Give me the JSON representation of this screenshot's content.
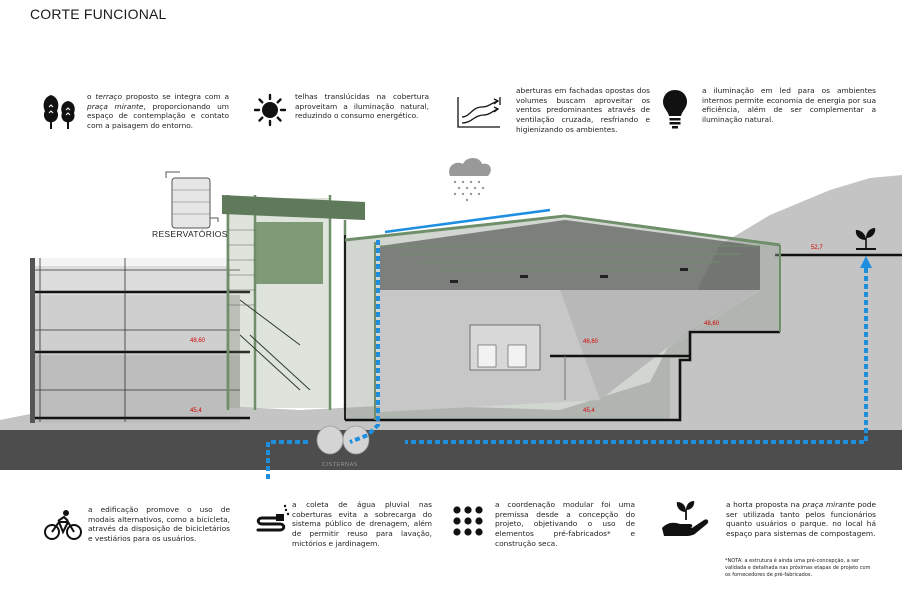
{
  "title": "CORTE FUNCIONAL",
  "top_notes": [
    {
      "icon": "trees-icon",
      "pre": "o ",
      "em1": "terraço",
      "mid": " proposto se integra com a ",
      "em2": "praça mirante",
      "post": ", proporcionando um espaço de contemplação e contato com a paisagem do entorno."
    },
    {
      "icon": "sun-icon",
      "text": "telhas translúcidas na cobertura aproveitam a iluminação natural, reduzindo o consumo energético."
    },
    {
      "icon": "cross-ventilation-icon",
      "text": "aberturas em fachadas opostas dos volumes buscam aproveitar os ventos predominantes através de ventilação cruzada, resfriando e higienizando os ambientes."
    },
    {
      "icon": "lightbulb-icon",
      "text": "a iluminação em led para os ambientes internos permite economia de energia por sua eficiência, além de ser complementar a iluminação natural."
    }
  ],
  "bottom_notes": [
    {
      "icon": "bicycle-icon",
      "text": "a edificação promove o uso de modais alternativos, como a bicicleta, através da disposição de bicicletários e vestiários para os usuários."
    },
    {
      "icon": "hose-icon",
      "text": "a coleta de água pluvial nas coberturas evita a sobrecarga do sistema público de drenagem, além de permitir reuso para lavação, mictórios e jardinagem."
    },
    {
      "icon": "modular-grid-icon",
      "text": "a coordenação modular foi uma premissa desde a concepção do projeto, objetivando o uso de elementos pré-fabricados* e construção seca."
    },
    {
      "icon": "plant-hand-icon",
      "pre": "a horta proposta na ",
      "em": "praça mirante",
      "post": " pode ser utilizada tanto pelos funcionários quanto usuários o parque. no local há espaço para sistemas de compostagem."
    }
  ],
  "footnote": "*NOTA: a estrutura é ainda uma pré-concepção, a ser validada e detalhada nas próximas etapas de projeto com os fornecedores de pré-fabricados.",
  "labels": {
    "reservatorios": "RESERVATÓRIOS",
    "cisterna": "CISTERNAS"
  },
  "levels": {
    "l1": "48,60",
    "l2": "45,4",
    "l3": "48,60",
    "l4": "45,4",
    "l5": "52,7",
    "l6": "48,60"
  },
  "colors": {
    "accent_blue": "#1e8fe0",
    "green_steel": "#6f8f6a",
    "ground": "#4a4a4a",
    "hill": "#b7b7b7",
    "level_red": "#d40000"
  }
}
